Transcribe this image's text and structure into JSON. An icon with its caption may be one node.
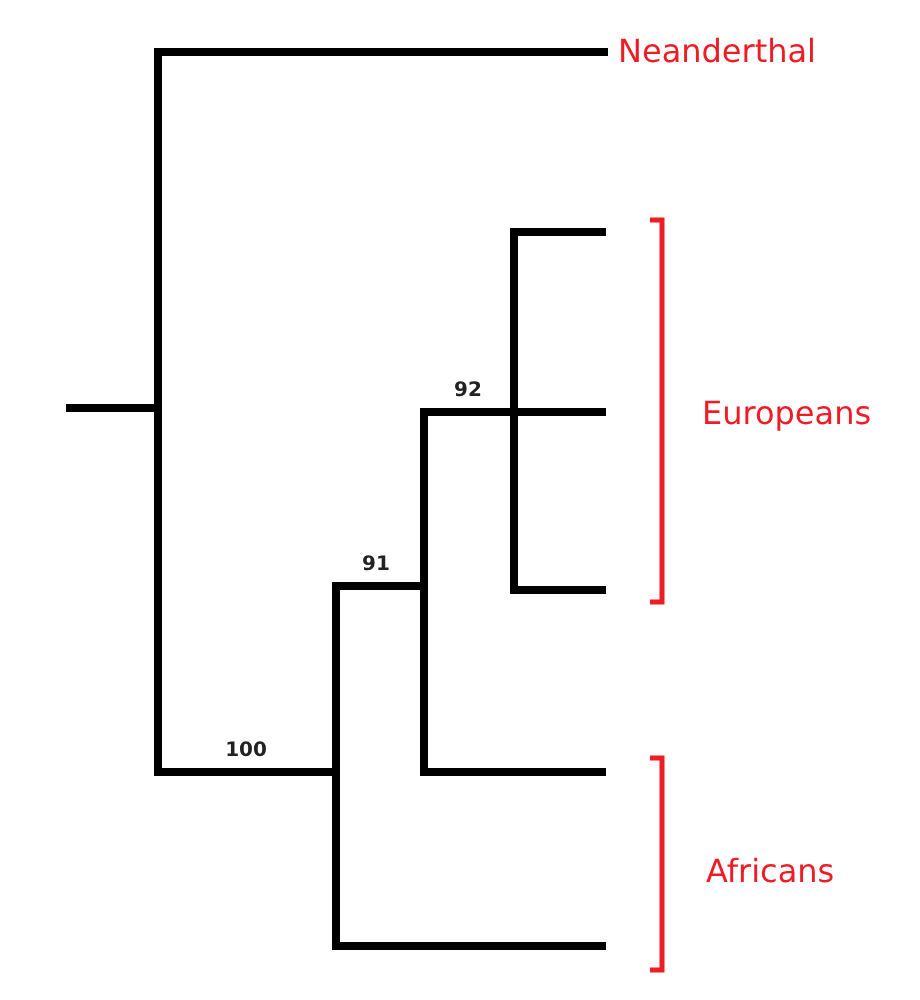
{
  "diagram": {
    "nodes": [
      {
        "text": [],
        "shape": "bar"
      },
      {
        "text": [],
        "shape": "bar"
      },
      {
        "text": [],
        "shape": "bar"
      },
      {
        "text": [],
        "shape": "bar"
      },
      {
        "text": [
          "Neanderthal"
        ]
      }
    ],
    "edges": [
      {
        "from": null,
        "to": 0,
        "arrow": "none"
      },
      {
        "from": 0,
        "to": 4,
        "arrow": "none"
      },
      {
        "from": 3,
        "to": null,
        "arrow": "none"
      },
      {
        "from": 2,
        "to": 3,
        "arrow": "none",
        "label": "92"
      },
      {
        "from": 3,
        "to": null,
        "arrow": "none"
      },
      {
        "from": 1,
        "to": 2,
        "arrow": "none",
        "label": "91"
      },
      {
        "from": 3,
        "to": null,
        "arrow": "none"
      },
      {
        "from": 0,
        "to": 1,
        "arrow": "none",
        "label": "100"
      },
      {
        "from": 2,
        "to": null,
        "arrow": "none"
      },
      {
        "from": 1,
        "to": null,
        "arrow": "none"
      }
    ],
    "labels": [
      "Europeans",
      "Africans"
    ]
  }
}
